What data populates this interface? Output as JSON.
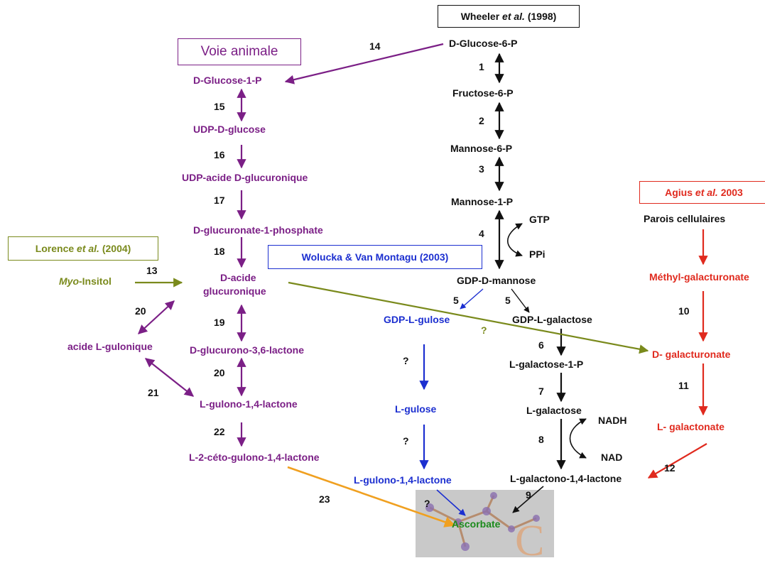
{
  "refs": {
    "wheeler": {
      "pre": "Wheeler ",
      "em": "et al.",
      "post": " (1998)"
    },
    "animal": "Voie animale",
    "lorence": {
      "pre": "Lorence ",
      "em": "et al.",
      "post": " (2004)"
    },
    "wolucka": "Wolucka & Van Montagu (2003)",
    "agius": {
      "pre": "Agius ",
      "em": "et al.",
      "post": " 2003"
    }
  },
  "compounds": {
    "d_glucose_6p": "D-Glucose-6-P",
    "fructose_6p": "Fructose-6-P",
    "mannose_6p": "Mannose-6-P",
    "mannose_1p": "Mannose-1-P",
    "gtp": "GTP",
    "ppi": "PPi",
    "gdp_d_mannose": "GDP-D-mannose",
    "gdp_l_gulose": "GDP-L-gulose",
    "gdp_l_galactose": "GDP-L-galactose",
    "l_galactose_1p": "L-galactose-1-P",
    "l_galactose": "L-galactose",
    "nadh": "NADH",
    "nad": "NAD",
    "l_galactono_lactone": "L-galactono-1,4-lactone",
    "l_gulose": "L-gulose",
    "l_gulono_lactone_blue": "L-gulono-1,4-lactone",
    "ascorbate": "Ascorbate",
    "d_glucose_1p": "D-Glucose-1-P",
    "udp_d_glucose": "UDP-D-glucose",
    "udp_glucuronique": "UDP-acide D-glucuronique",
    "d_glucuronate_1p": "D-glucuronate-1-phosphate",
    "d_acide": "D-acide",
    "glucuronique": "glucuronique",
    "d_glucurono_lactone": "D-glucurono-3,6-lactone",
    "l_gulono_lactone": "L-gulono-1,4-lactone",
    "l_2_ceto": "L-2-céto-gulono-1,4-lactone",
    "acide_l_gulonique": "acide L-gulonique",
    "myo_em": "Myo",
    "myo_rest": "-Insitol",
    "parois": "Parois cellulaires",
    "methyl_galacturonate": "Méthyl-galacturonate",
    "d_galacturonate": "D- galacturonate",
    "l_galactonate": "L- galactonate"
  },
  "steps": {
    "s1": "1",
    "s2": "2",
    "s3": "3",
    "s4": "4",
    "s5a": "5",
    "s5b": "5",
    "s6": "6",
    "s7": "7",
    "s8": "8",
    "s9": "9",
    "s10": "10",
    "s11": "11",
    "s12": "12",
    "s13": "13",
    "s14": "14",
    "s15": "15",
    "s16": "16",
    "s17": "17",
    "s18": "18",
    "s19": "19",
    "s20a": "20",
    "s20b": "20",
    "s21": "21",
    "s22": "22",
    "s23": "23",
    "q1": "?",
    "q2": "?",
    "q3": "?",
    "q4": "?"
  },
  "colors": {
    "purple": "#7b1f86",
    "black": "#111111",
    "blue": "#1c2fd0",
    "red": "#e02a1e",
    "olive": "#7a8a1c",
    "orange": "#f0a020",
    "green": "#1b8a1b"
  }
}
